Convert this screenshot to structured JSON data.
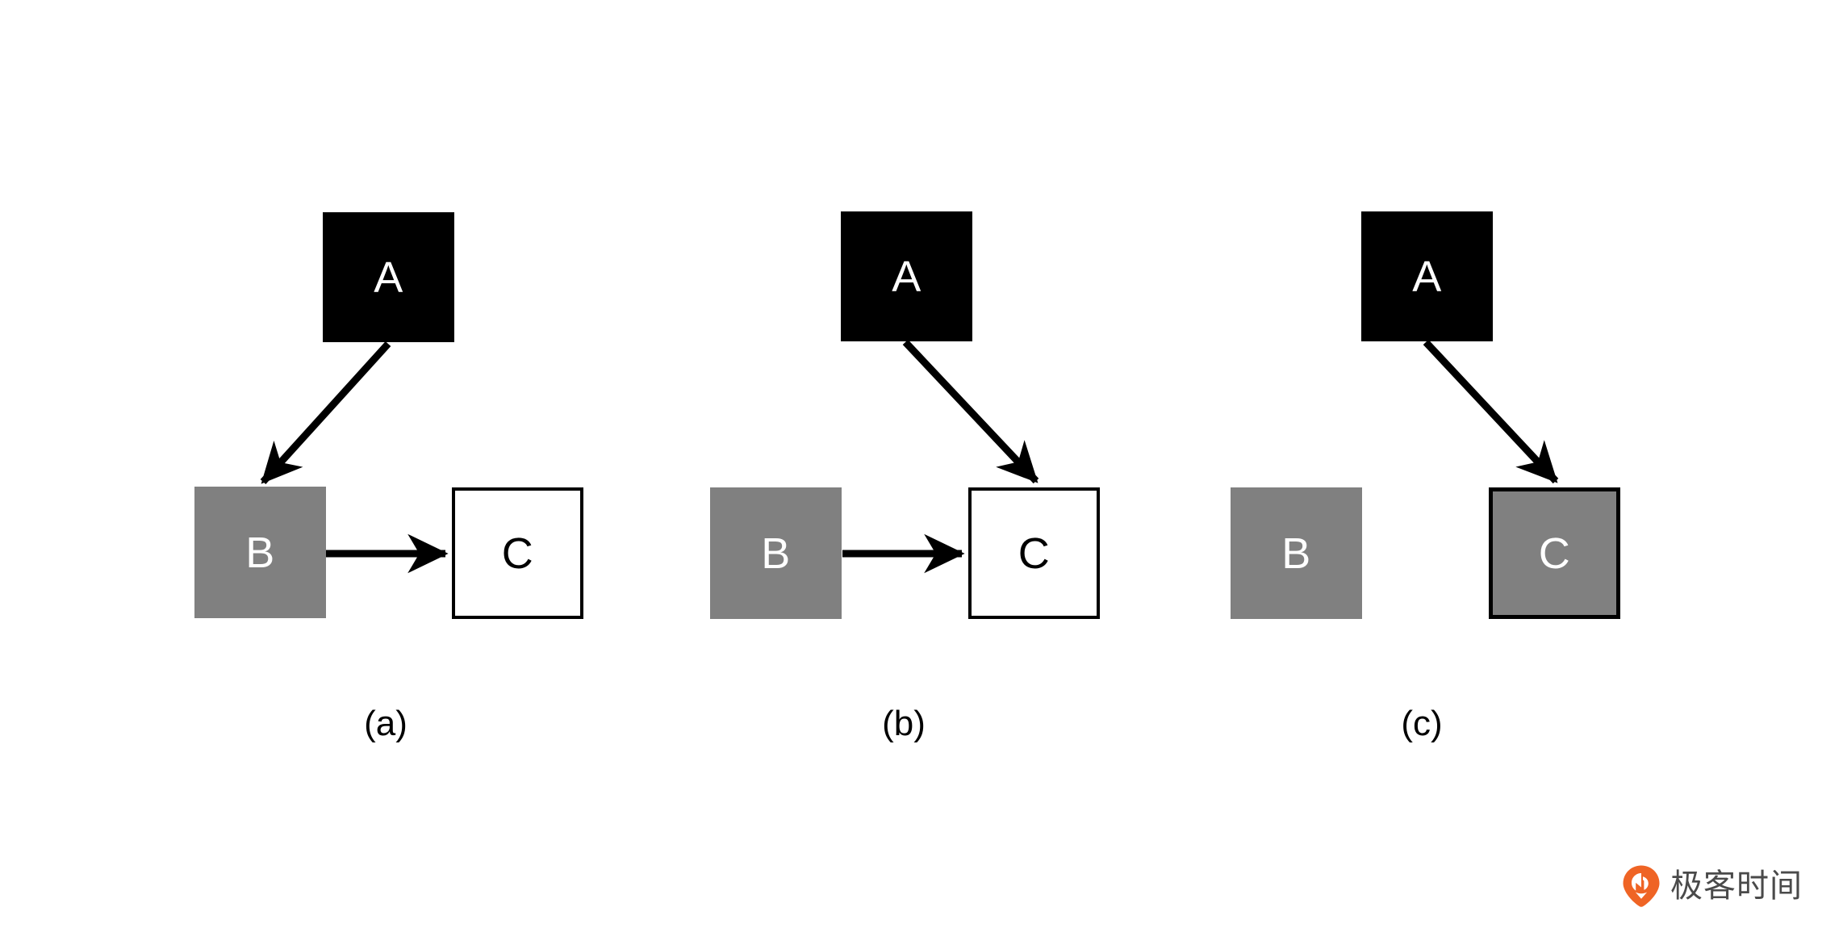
{
  "figure": {
    "background_color": "#ffffff",
    "node_fill_black": "#000000",
    "node_fill_gray": "#808080",
    "node_fill_white": "#ffffff",
    "stroke_color": "#000000",
    "panels": [
      {
        "caption": "(a)",
        "nodes": {
          "a": {
            "label": "A",
            "style": "black"
          },
          "b": {
            "label": "B",
            "style": "gray"
          },
          "c": {
            "label": "C",
            "style": "white-outlined"
          }
        },
        "edges": [
          {
            "from": "A",
            "to": "B",
            "arrow": true
          },
          {
            "from": "B",
            "to": "C",
            "arrow": true
          }
        ]
      },
      {
        "caption": "(b)",
        "nodes": {
          "a": {
            "label": "A",
            "style": "black"
          },
          "b": {
            "label": "B",
            "style": "gray"
          },
          "c": {
            "label": "C",
            "style": "white-outlined"
          }
        },
        "edges": [
          {
            "from": "A",
            "to": "C",
            "arrow": true
          },
          {
            "from": "B",
            "to": "C",
            "arrow": true
          }
        ]
      },
      {
        "caption": "(c)",
        "nodes": {
          "a": {
            "label": "A",
            "style": "black"
          },
          "b": {
            "label": "B",
            "style": "gray"
          },
          "c": {
            "label": "C",
            "style": "gray-outlined"
          }
        },
        "edges": [
          {
            "from": "A",
            "to": "C",
            "arrow": true
          }
        ]
      }
    ]
  },
  "watermark": {
    "text": "极客时间",
    "icon": "geektime-pin-logo",
    "icon_color": "#ef6425",
    "text_color": "#4a4a4a"
  }
}
